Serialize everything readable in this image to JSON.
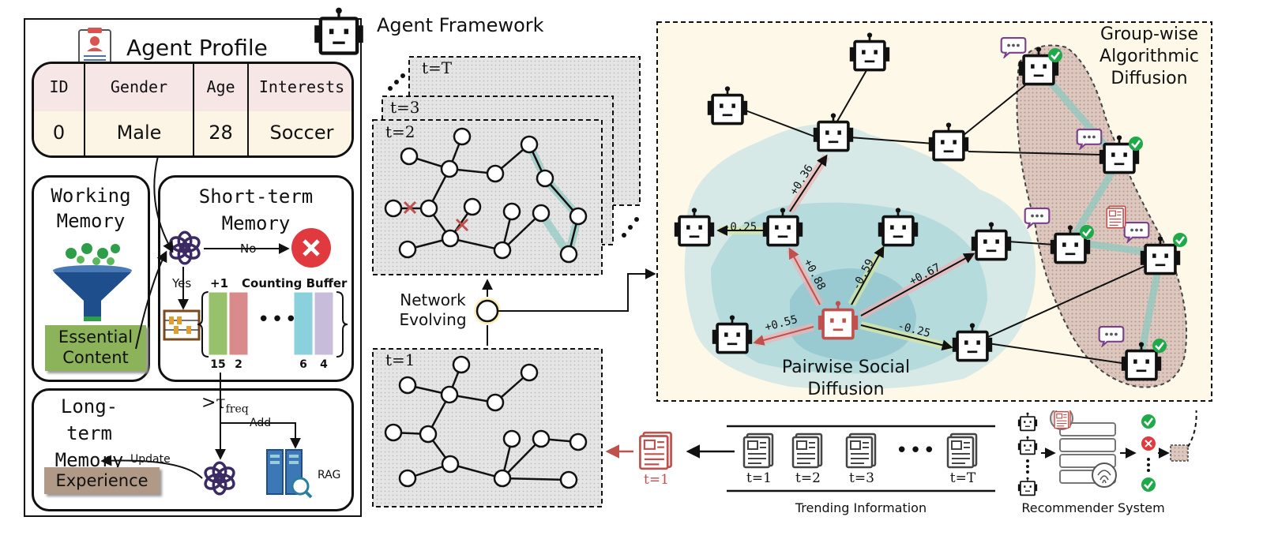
{
  "agent_framework": {
    "title": "Agent Framework"
  },
  "profile": {
    "title": "Agent Profile",
    "headers": [
      "ID",
      "Gender",
      "Age",
      "Interests"
    ],
    "row": [
      "0",
      "Male",
      "28",
      "Soccer"
    ]
  },
  "memory": {
    "working_title_1": "Working",
    "working_title_2": "Memory",
    "essential_1": "Essential",
    "essential_2": "Content",
    "short_title_1": "Short-term",
    "short_title_2": "Memory",
    "no_label": "No",
    "yes_label": "Yes",
    "plus_one": "+1",
    "counting_buffer": "Counting Buffer",
    "buffer_counts": [
      "15",
      "2",
      "6",
      "4"
    ],
    "ellipsis": "•••",
    "threshold": ">τ",
    "threshold_sub": "freq",
    "long_title_1": "Long-term",
    "long_title_2": "Memory",
    "update_label": "Update",
    "add_label": "Add",
    "experience": "Experience",
    "rag": "RAG"
  },
  "network": {
    "frames": [
      "t=T",
      "t=3",
      "t=2",
      "t=1"
    ],
    "evolving_1": "Network",
    "evolving_2": "Evolving"
  },
  "diffusion": {
    "group_title_1": "Group-wise",
    "group_title_2": "Algorithmic",
    "group_title_3": "Diffusion",
    "pair_title_1": "Pairwise Social",
    "pair_title_2": "Diffusion",
    "weights": [
      "+0.36",
      "-0.25",
      "+0.88",
      "-0.59",
      "+0.67",
      "+0.55",
      "-0.25"
    ]
  },
  "trending": {
    "items": [
      "t=1",
      "t=2",
      "t=3",
      "t=T"
    ],
    "ellipsis": "•••",
    "title": "Trending Information",
    "current": "t=1"
  },
  "recommender": {
    "title": "Recommender System"
  },
  "colors": {
    "accent_red": "#c0504d",
    "essential_green": "#8db35a",
    "experience_brown": "#b09a87",
    "cream": "#fdf8e8"
  }
}
